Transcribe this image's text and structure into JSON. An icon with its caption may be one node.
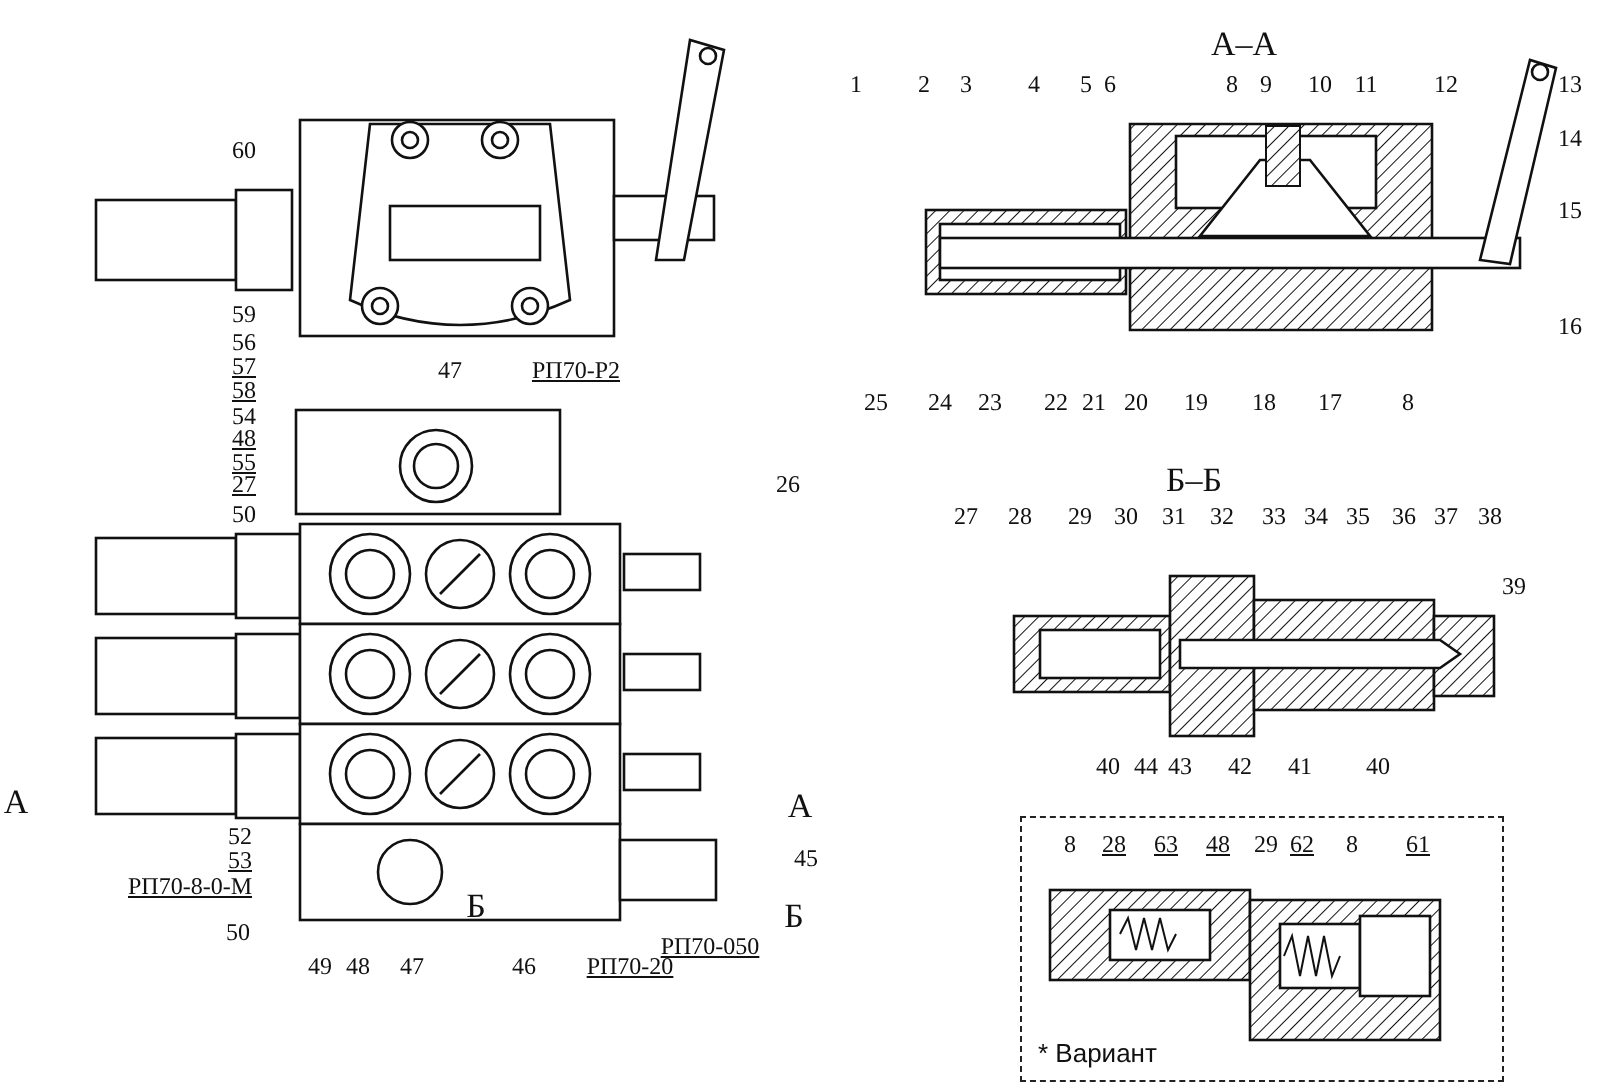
{
  "diagram": {
    "nodes": [
      {
        "text": [
          "* Вариант"
        ]
      }
    ],
    "labels": [
      "А–А",
      "1",
      "2",
      "3",
      "4",
      "5",
      "6",
      "8",
      "9",
      "10",
      "11",
      "12",
      "13",
      "14",
      "15",
      "16",
      "25",
      "24",
      "23",
      "22",
      "21",
      "20",
      "19",
      "18",
      "17",
      "8",
      "60",
      "59",
      "56",
      "57",
      "58",
      "54",
      "48",
      "55",
      "27",
      "47",
      "РП70-Р2",
      "26",
      "50",
      "Б–Б",
      "27",
      "28",
      "29",
      "30",
      "31",
      "32",
      "33",
      "34",
      "35",
      "36",
      "37",
      "38",
      "39",
      "40",
      "44",
      "43",
      "42",
      "41",
      "40",
      "А",
      "52",
      "53",
      "РП70-8-0-М",
      "45",
      "А",
      "50",
      "Б",
      "Б",
      "РП70-050",
      "49",
      "48",
      "47",
      "46",
      "РП70-20",
      "8",
      "28",
      "63",
      "48",
      "29",
      "62",
      "8",
      "61"
    ]
  }
}
